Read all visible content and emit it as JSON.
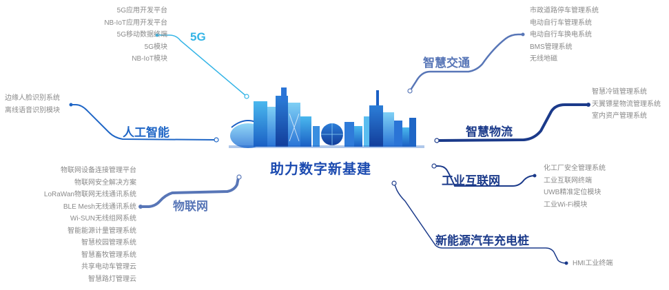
{
  "center_title": "助力数字新基建",
  "colors": {
    "cyan": "#33b4e6",
    "blue": "#1f66c6",
    "navy": "#1b3a8a",
    "slate": "#5876b7",
    "item_text": "#8a8a8a"
  },
  "branches": {
    "fiveg": {
      "title": "5G",
      "items": [
        "5G应用开发平台",
        "NB-IoT应用开发平台",
        "5G移动数据终端",
        "5G模块",
        "NB-IoT模块"
      ]
    },
    "ai": {
      "title": "人工智能",
      "items": [
        "边缘人脸识别系统",
        "离线语音识别模块"
      ]
    },
    "iot": {
      "title": "物联网",
      "items": [
        "物联网设备连接管理平台",
        "物联网安全解决方案",
        "LoRaWan物联网无线通讯系统",
        "BLE Mesh无线通讯系统",
        "Wi-SUN无线组网系统",
        "智能能源计量管理系统",
        "智慧校园管理系统",
        "智慧畜牧管理系统",
        "共享电动车管理云",
        "智慧路灯管理云"
      ]
    },
    "traffic": {
      "title": "智慧交通",
      "items": [
        "市政道路停车管理系统",
        "电动自行车管理系统",
        "电动自行车换电系统",
        "BMS管理系统",
        "无线地磁"
      ]
    },
    "logistics": {
      "title": "智慧物流",
      "items": [
        "智慧冷链管理系统",
        "天翼镖星物流管理系统",
        "室内资产管理系统"
      ]
    },
    "industrial": {
      "title": "工业互联网",
      "items": [
        "化工厂安全管理系统",
        "工业互联网终端",
        "UWB精准定位模块",
        "工业Wi-Fi模块"
      ]
    },
    "ev": {
      "title": "新能源汽车充电桩",
      "items": [
        "HMI工业终端"
      ]
    }
  }
}
